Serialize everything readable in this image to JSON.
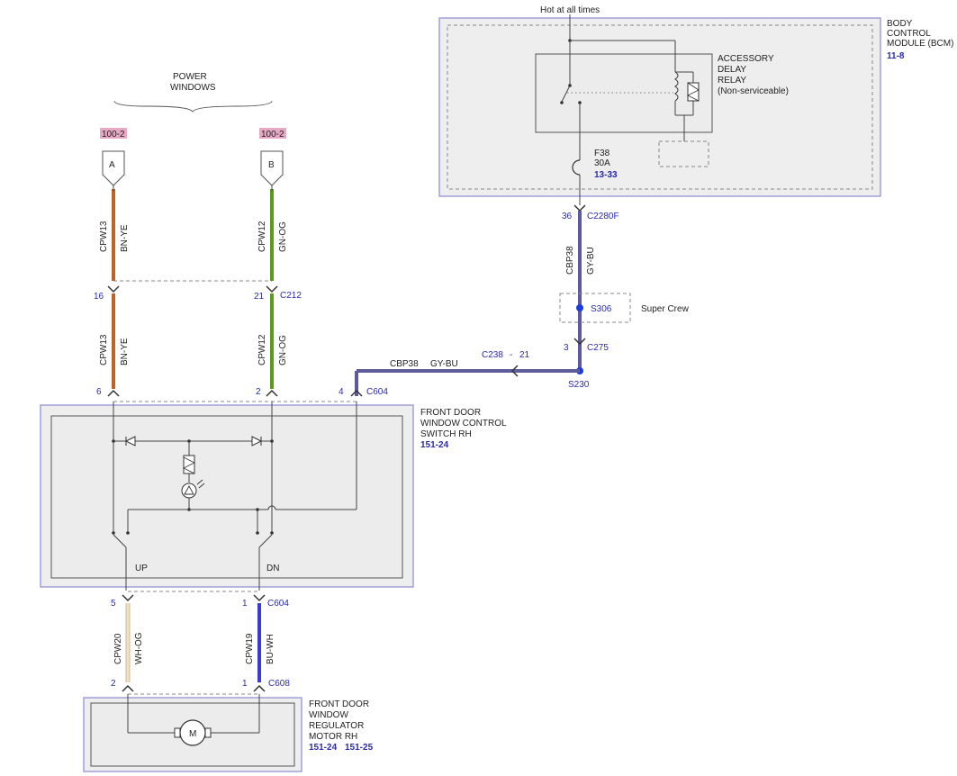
{
  "labels": {
    "hot_at_all_times": "Hot at all times",
    "bcm_line1": "BODY",
    "bcm_line2": "CONTROL",
    "bcm_line3": "MODULE (BCM)",
    "bcm_ref": "11-8",
    "relay_line1": "ACCESSORY",
    "relay_line2": "DELAY",
    "relay_line3": "RELAY",
    "relay_line4": "(Non-serviceable)",
    "fuse_name": "F38",
    "fuse_rating": "30A",
    "fuse_ref": "13-33",
    "power_windows_line1": "POWER",
    "power_windows_line2": "WINDOWS",
    "page_ref_a": "100-2",
    "page_ref_b": "100-2",
    "connector_a": "A",
    "connector_b": "B",
    "super_crew": "Super Crew",
    "switch_line1": "FRONT DOOR",
    "switch_line2": "WINDOW CONTROL",
    "switch_line3": "SWITCH RH",
    "switch_ref": "151-24",
    "up": "UP",
    "dn": "DN",
    "motor_line1": "FRONT DOOR",
    "motor_line2": "WINDOW",
    "motor_line3": "REGULATOR",
    "motor_line4": "MOTOR RH",
    "motor_ref1": "151-24",
    "motor_ref2": "151-25",
    "motor_symbol": "M"
  },
  "connectors": {
    "pin_36": "36",
    "c2280f": "C2280F",
    "s306": "S306",
    "pin_3": "3",
    "c275": "C275",
    "s230": "S230",
    "c238": "C238",
    "dash": "-",
    "pin_21_c238": "21",
    "pin_16": "16",
    "pin_21": "21",
    "c212": "C212",
    "pin_6": "6",
    "pin_2": "2",
    "pin_4": "4",
    "c604_top": "C604",
    "pin_5": "5",
    "pin_1": "1",
    "c604_bottom": "C604",
    "pin_2_motor": "2",
    "pin_1_motor": "1",
    "c608": "C608"
  },
  "wires": {
    "cpw13_circuit": "CPW13",
    "cpw13_color": "BN-YE",
    "cpw12_circuit": "CPW12",
    "cpw12_color": "GN-OG",
    "cbp38_circuit": "CBP38",
    "cbp38_color": "GY-BU",
    "cpw20_circuit": "CPW20",
    "cpw20_color": "WH-OG",
    "cpw19_circuit": "CPW19",
    "cpw19_color": "BU-WH"
  },
  "colors": {
    "bn_ye": "#b8642a",
    "gn_og": "#5a9a1c",
    "gy_bu": "#5c5c9c",
    "wh_og": "#f2e2c4",
    "bu_wh": "#3a3ad8",
    "page_ref_bg": "#e7a8c4",
    "splice_dot": "#1a3de0",
    "module_border": "#8a8ad0",
    "link_blue": "#2a2aa8"
  }
}
